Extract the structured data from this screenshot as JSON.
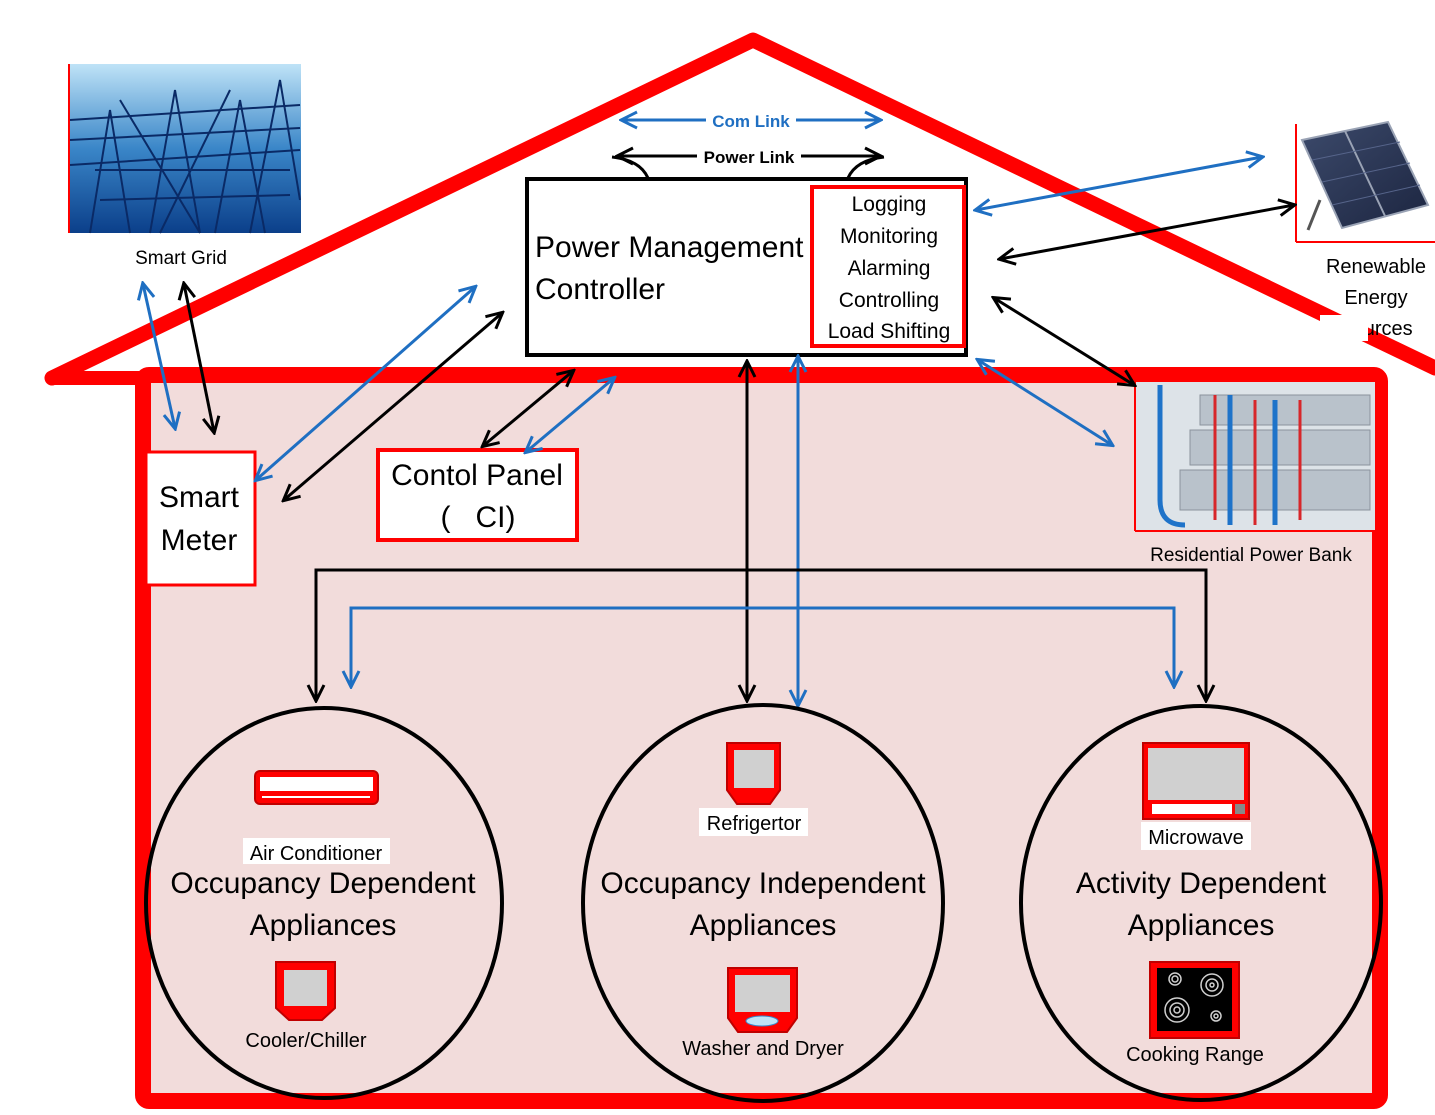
{
  "links": {
    "com_link": "Com Link",
    "power_link": "Power Link"
  },
  "controller": {
    "title_line1": "Power Management",
    "title_line2": "Controller",
    "functions": [
      "Logging",
      "Monitoring",
      "Alarming",
      "Controlling",
      "Load Shifting"
    ]
  },
  "smart_grid": {
    "label": "Smart Grid"
  },
  "renewable": {
    "line1": "Renewable",
    "line2": "Energy",
    "line3": "Sources"
  },
  "power_bank": {
    "label": "Residential Power Bank"
  },
  "smart_meter": {
    "line1": "Smart",
    "line2": "Meter"
  },
  "control_panel": {
    "line1": "Contol Panel",
    "line2": "(   CI)"
  },
  "groups": {
    "occupancy_dependent": {
      "line1": "Occupancy Dependent",
      "line2": "Appliances",
      "appliance_top": "Air Conditioner",
      "appliance_bottom": "Cooler/Chiller"
    },
    "occupancy_independent": {
      "line1": "Occupancy Independent",
      "line2": "Appliances",
      "appliance_top": "Refrigertor",
      "appliance_bottom": "Washer and Dryer"
    },
    "activity_dependent": {
      "line1": "Activity Dependent",
      "line2": "Appliances",
      "appliance_top": "Microwave",
      "appliance_bottom": "Cooking Range"
    }
  },
  "colors": {
    "house_outline": "#ff0000",
    "house_fill": "#f2dcdb",
    "com_link": "#1f6fc2",
    "power_link": "#000000"
  }
}
